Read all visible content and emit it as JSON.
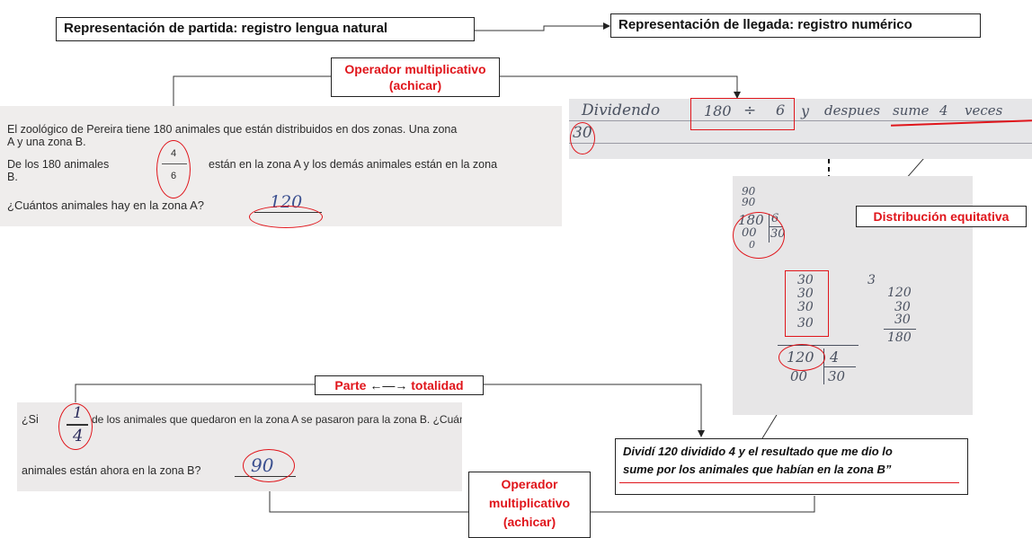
{
  "headers": {
    "start": "Representación de partida: registro lengua natural",
    "end": "Representación de llegada: registro numérico"
  },
  "labels": {
    "op_top_1": "Operador multiplicativo",
    "op_top_2": "(achicar)",
    "distribucion": "Distribución equitativa",
    "parte": "Parte",
    "totalidad": "totalidad",
    "op_bottom_1": "Operador",
    "op_bottom_2": "multiplicativo",
    "op_bottom_3": "(achicar)"
  },
  "problem_a": {
    "line1": "El zoológico de Pereira tiene 180 animales que están distribuidos en dos zonas. Una zona",
    "line2": "A y una zona B.",
    "line3a": "De los 180 animales",
    "frac_num": "4",
    "frac_den": "6",
    "line3b": "están en la zona A y los demás animales están en la zona",
    "line4": "B.",
    "question": "¿Cuántos animales hay en la zona A?",
    "answer": "120"
  },
  "problem_b": {
    "q_start": "¿Si",
    "frac_num": "1",
    "frac_den": "4",
    "q_rest": "de los animales que quedaron en la zona A se pasaron para la zona B. ¿Cuántos",
    "question": "animales están ahora en la zona B?",
    "answer": "90"
  },
  "handwriting_top": {
    "w1": "Dividendo",
    "n1": "180",
    "op": "÷",
    "n2": "6",
    "w2": "y",
    "w3": "despues",
    "w4": "sume",
    "n3": "4",
    "w5": "veces",
    "result": "30"
  },
  "calc": {
    "a": "90",
    "b": "90",
    "dividend": "180",
    "rem": "00",
    "rem2": "0",
    "divisor": "6",
    "quotient": "30",
    "col": [
      "30",
      "30",
      "30",
      "30"
    ],
    "three": "3",
    "s1": "120",
    "s2": "30",
    "s3": "30",
    "sum": "180",
    "d2": "120",
    "d2_div": "4",
    "d2_rem": "00",
    "d2_q": "30"
  },
  "quote": {
    "line1": "Dividí 120 dividido 4 y el resultado que me dio lo",
    "line2": "sume por los animales que habían en la zona B”"
  },
  "colors": {
    "accent": "#e0151b",
    "ink": "#3a4f8f"
  }
}
